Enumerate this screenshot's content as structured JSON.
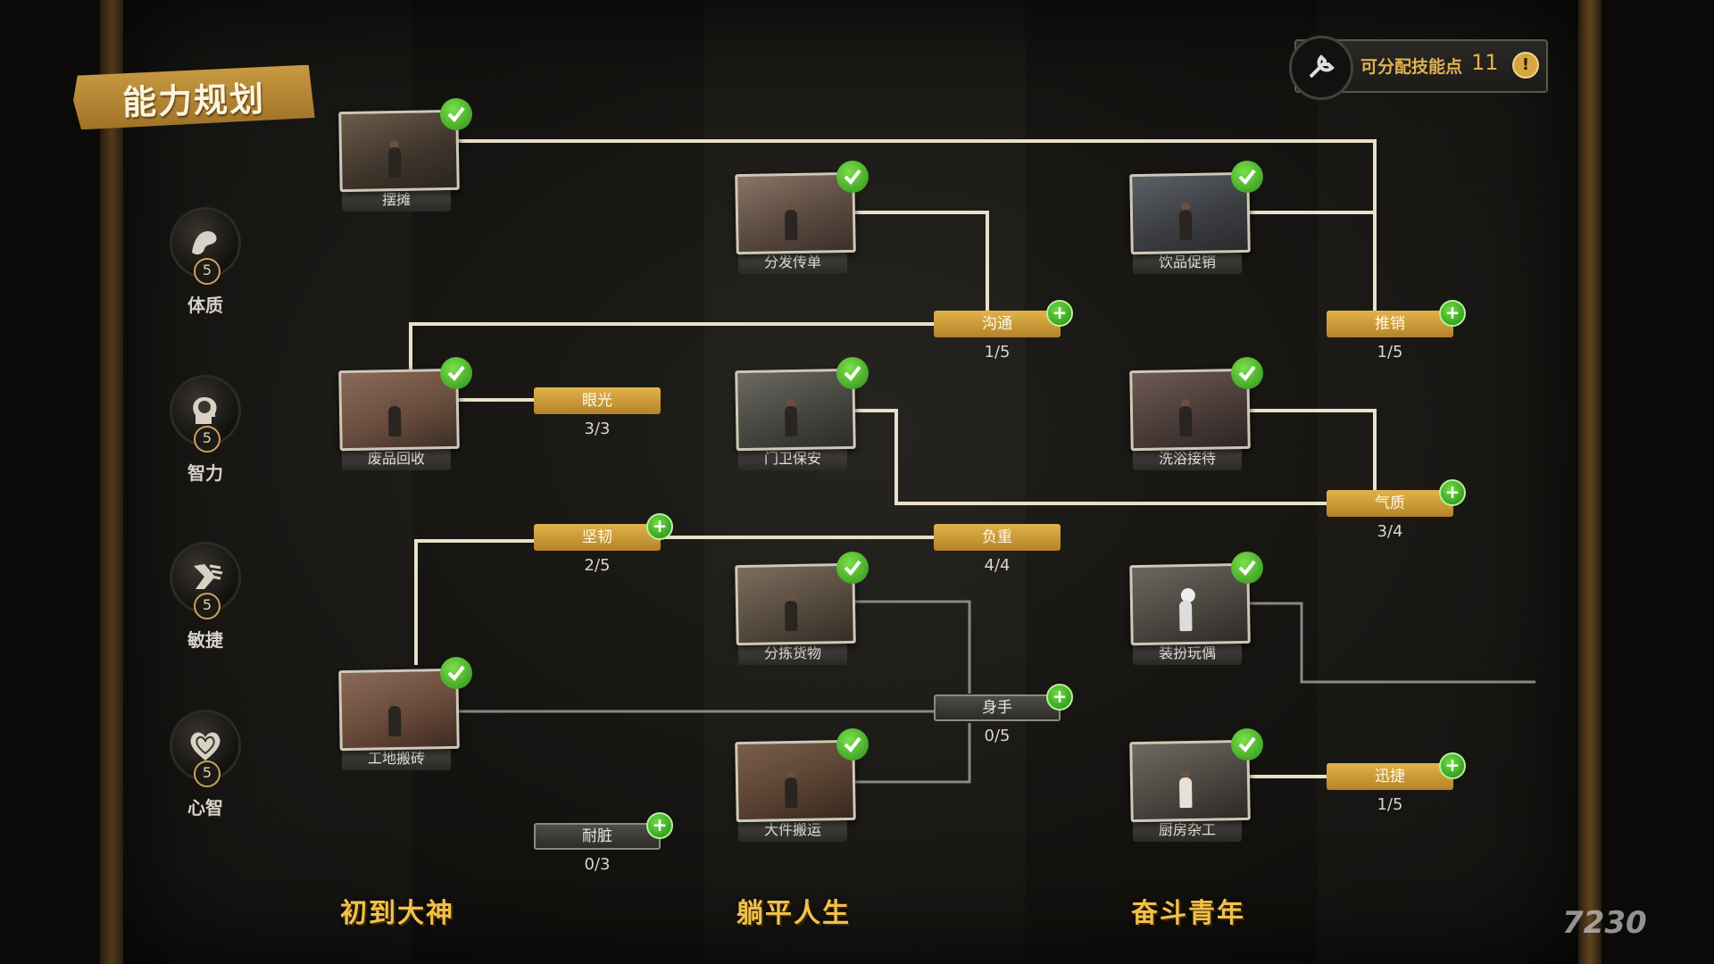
{
  "title": "能力规划",
  "skill_points": {
    "label": "可分配技能点",
    "value": "11",
    "info_icon": "exclamation-icon"
  },
  "stats": [
    {
      "name": "体质",
      "value": "5",
      "icon": "muscle-arm-icon"
    },
    {
      "name": "智力",
      "value": "5",
      "icon": "brain-head-icon"
    },
    {
      "name": "敏捷",
      "value": "5",
      "icon": "winged-boot-icon"
    },
    {
      "name": "心智",
      "value": "5",
      "icon": "heart-icon"
    }
  ],
  "jobs": {
    "baitan": "摆摊",
    "fenfa": "分发传单",
    "yinpin": "饮品促销",
    "feipin": "废品回收",
    "menwei": "门卫保安",
    "xiyu": "洗浴接待",
    "fenjian": "分拣货物",
    "zhuangban": "装扮玩偶",
    "gongdi": "工地搬砖",
    "dajian": "大件搬运",
    "chufang": "厨房杂工"
  },
  "skills": {
    "goutong": {
      "name": "沟通",
      "level": "1/5"
    },
    "tuixiao": {
      "name": "推销",
      "level": "1/5"
    },
    "yanguang": {
      "name": "眼光",
      "level": "3/3"
    },
    "qizhi": {
      "name": "气质",
      "level": "3/4"
    },
    "jianren": {
      "name": "坚韧",
      "level": "2/5"
    },
    "fuzhong": {
      "name": "负重",
      "level": "4/4"
    },
    "shenshou": {
      "name": "身手",
      "level": "0/5"
    },
    "xunjie": {
      "name": "迅捷",
      "level": "1/5"
    },
    "naizang": {
      "name": "耐脏",
      "level": "0/3"
    }
  },
  "columns": [
    "初到大神",
    "躺平人生",
    "奋斗青年"
  ],
  "watermark": "7230",
  "colors": {
    "gold": "#e2b24a",
    "line": "#e8e0c8",
    "line_inactive": "#8a8884",
    "check": "#4fbf2a"
  }
}
